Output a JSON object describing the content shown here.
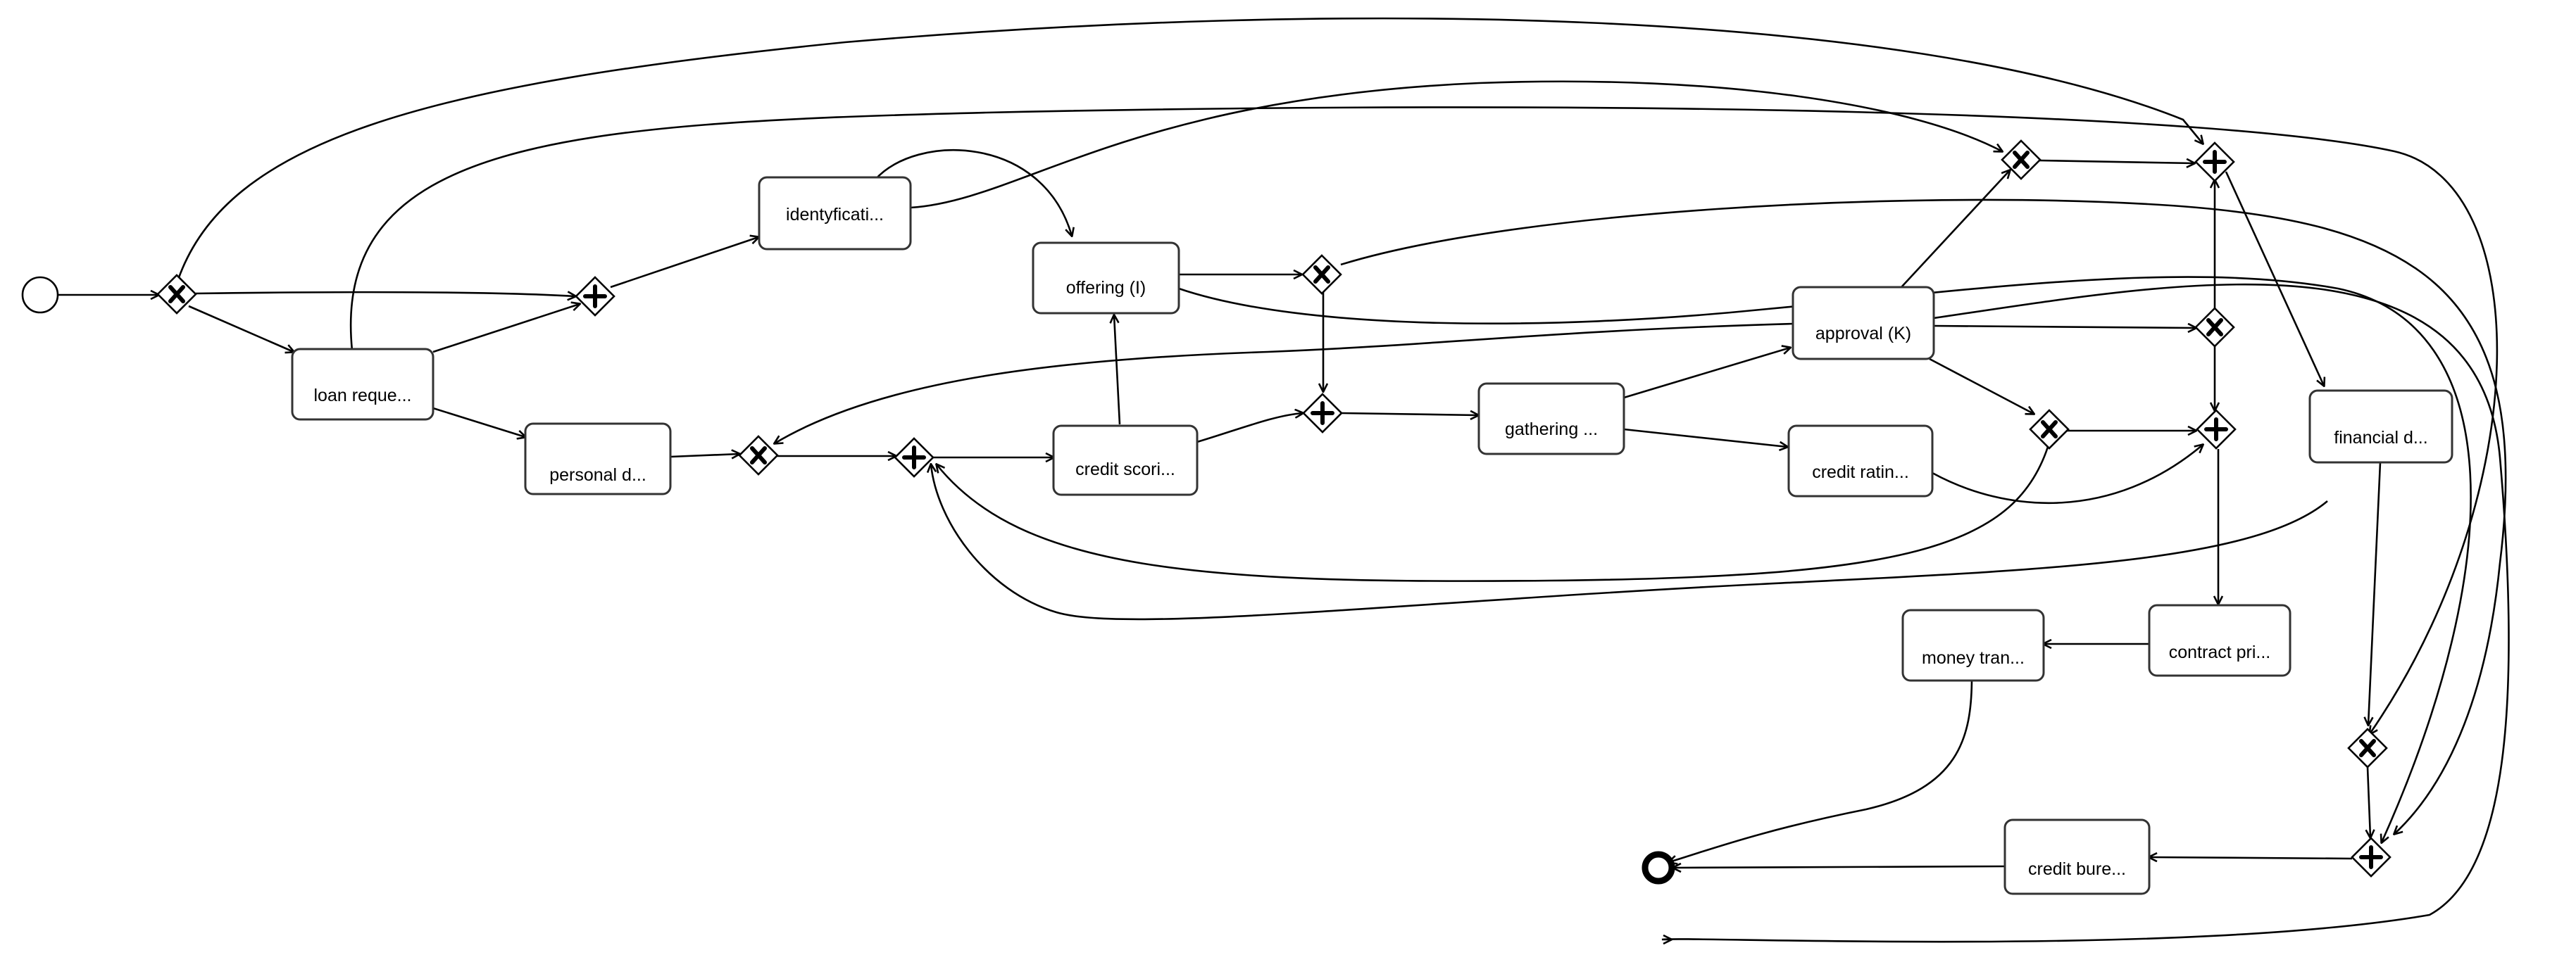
{
  "process": {
    "tasks": [
      {
        "key": "identification",
        "label": "identyficati..."
      },
      {
        "key": "loan_request",
        "label": "loan reque..."
      },
      {
        "key": "personal_data",
        "label": "personal d..."
      },
      {
        "key": "offering",
        "label": "offering (I)"
      },
      {
        "key": "credit_scoring",
        "label": "credit scori..."
      },
      {
        "key": "gathering",
        "label": "gathering ..."
      },
      {
        "key": "approval",
        "label": "approval (K)"
      },
      {
        "key": "credit_rating",
        "label": "credit ratin..."
      },
      {
        "key": "financial",
        "label": "financial d..."
      },
      {
        "key": "money_transfer",
        "label": "money tran..."
      },
      {
        "key": "contract",
        "label": "contract pri..."
      },
      {
        "key": "credit_bureau",
        "label": "credit bure..."
      }
    ],
    "gateways": [
      {
        "key": "xor1",
        "type": "exclusive"
      },
      {
        "key": "and1",
        "type": "parallel"
      },
      {
        "key": "xor2",
        "type": "exclusive"
      },
      {
        "key": "and2",
        "type": "parallel"
      },
      {
        "key": "xor3",
        "type": "exclusive"
      },
      {
        "key": "and3",
        "type": "parallel"
      },
      {
        "key": "xor4",
        "type": "exclusive"
      },
      {
        "key": "and4",
        "type": "parallel"
      },
      {
        "key": "xor5",
        "type": "exclusive"
      },
      {
        "key": "xor6",
        "type": "exclusive"
      },
      {
        "key": "and5",
        "type": "parallel"
      },
      {
        "key": "xor7",
        "type": "exclusive"
      },
      {
        "key": "and6",
        "type": "parallel"
      }
    ],
    "events": [
      {
        "key": "start",
        "type": "start"
      },
      {
        "key": "end",
        "type": "end"
      }
    ]
  }
}
